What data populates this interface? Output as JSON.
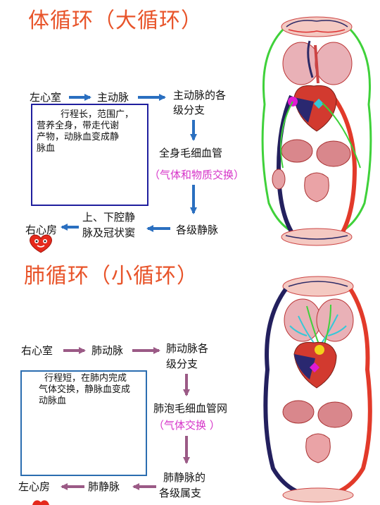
{
  "systemic": {
    "title": "体循环（大循环）",
    "nodes": {
      "left_ventricle": "左心室",
      "aorta": "主动脉",
      "aorta_branches_line1": "主动脉的各",
      "aorta_branches_line2": "级分支",
      "capillaries": "全身毛细血管",
      "exchange": "（气体和物质交换）",
      "veins": "各级静脉",
      "vena_cava_line1": "上、下腔静",
      "vena_cava_line2": "脉及冠状窦",
      "right_atrium": "右心房"
    },
    "note_line1": "行程长，范围广，",
    "note_line2": "营养全身，带走代谢",
    "note_line3": "产物，动脉血变成静",
    "note_line4": "脉血"
  },
  "pulmonary": {
    "title": "肺循环（小循环）",
    "nodes": {
      "right_ventricle": "右心室",
      "pulmonary_artery": "肺动脉",
      "artery_branches_line1": "肺动脉各",
      "artery_branches_line2": "级分支",
      "capillaries": "肺泡毛细血管网",
      "exchange": "（气体交换 ）",
      "vein_tributaries_line1": "肺静脉的",
      "vein_tributaries_line2": "各级属支",
      "pulmonary_vein": "肺静脉",
      "left_atrium": "左心房"
    },
    "note_line1": "行程短，在肺内完成",
    "note_line2": "气体交换，静脉血变成",
    "note_line3": "动脉血"
  },
  "colors": {
    "title": "#e8542a",
    "systemic_arrow": "#2a6fc0",
    "pulmonary_arrow": "#9b5a86",
    "exchange_text": "#d633c8",
    "artery_red": "#e23a2a",
    "vein_blue": "#23205e",
    "highlight_green": "#3fd13a",
    "highlight_cyan": "#35c8d8"
  }
}
